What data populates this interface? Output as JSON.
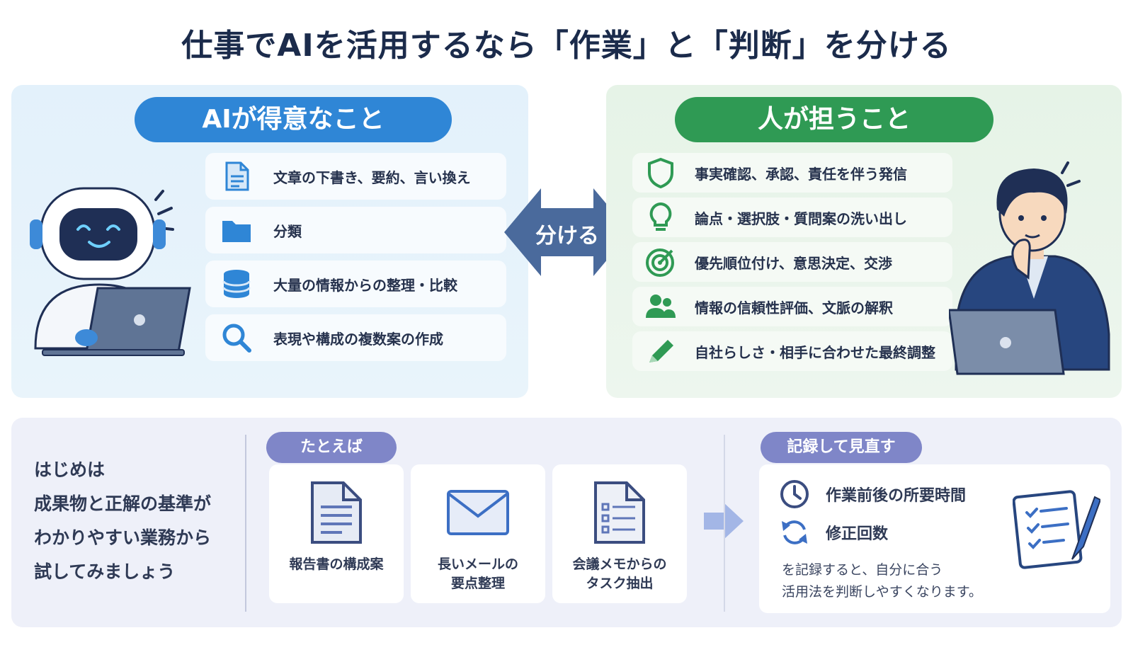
{
  "title": "仕事でAIを活用するなら「作業」と「判断」を分ける",
  "ai_panel": {
    "heading": "AIが得意なこと",
    "items": [
      {
        "icon": "document-icon",
        "label": "文章の下書き、要約、言い換え"
      },
      {
        "icon": "folder-icon",
        "label": "分類"
      },
      {
        "icon": "database-icon",
        "label": "大量の情報からの整理・比較"
      },
      {
        "icon": "search-icon",
        "label": "表現や構成の複数案の作成"
      }
    ]
  },
  "split_label": "分ける",
  "human_panel": {
    "heading": "人が担うこと",
    "items": [
      {
        "icon": "shield-icon",
        "label": "事実確認、承認、責任を伴う発信"
      },
      {
        "icon": "lightbulb-icon",
        "label": "論点・選択肢・質問案の洗い出し"
      },
      {
        "icon": "target-icon",
        "label": "優先順位付け、意思決定、交渉"
      },
      {
        "icon": "people-icon",
        "label": "情報の信頼性評価、文脈の解釈"
      },
      {
        "icon": "pencil-icon",
        "label": "自社らしさ・相手に合わせた最終調整"
      }
    ]
  },
  "bottom": {
    "intro_lines": [
      "はじめは",
      "成果物と正解の基準が",
      "わかりやすい業務から",
      "試してみましょう"
    ],
    "examples_tag": "たとえば",
    "examples": [
      {
        "icon": "report-document-icon",
        "label": "報告書の構成案"
      },
      {
        "icon": "envelope-icon",
        "label": "長いメールの\n要点整理"
      },
      {
        "icon": "checklist-document-icon",
        "label": "会議メモからの\nタスク抽出"
      }
    ],
    "record_tag": "記録して見直す",
    "record_items": [
      {
        "icon": "clock-icon",
        "label": "作業前後の所要時間"
      },
      {
        "icon": "refresh-icon",
        "label": "修正回数"
      }
    ],
    "record_note": "を記録すると、自分に合う\n活用法を判断しやすくなります。"
  },
  "colors": {
    "ai_accent": "#2f86d6",
    "human_accent": "#2f9a54",
    "split_arrow": "#4a6a9c",
    "tag_purple": "#7f86c8",
    "title_navy": "#1b2b4b"
  }
}
